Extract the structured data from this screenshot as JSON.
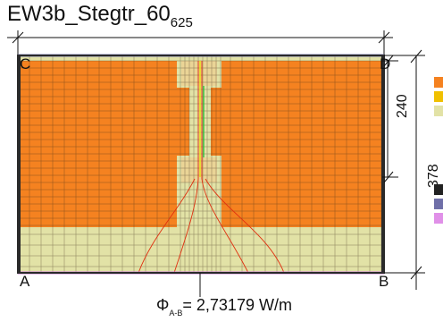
{
  "title": {
    "main": "EW3b_Stegtr_60",
    "sub": "625"
  },
  "corners": {
    "a": "A",
    "b": "B",
    "c": "C",
    "d": "D"
  },
  "dimensions": {
    "inner_height": "240",
    "total_height": "378"
  },
  "flux": {
    "symbol": "Φ",
    "subscript": "A-B",
    "value": "= 2,73179 W/m"
  },
  "colors": {
    "hot": "#f58220",
    "cool": "#e2e2a6",
    "frame": "#2a2a2a",
    "top_edge": "#8080b4",
    "bottom_edge": "#cc80dd",
    "isotherm_red": "#e03010",
    "isotherm_yellow": "#e8e010",
    "isotherm_green": "#20c030"
  },
  "legend_swatches": [
    "#f58220",
    "#f0c000",
    "#e2e2a6",
    "#222222",
    "#6f6fa8",
    "#e090e8"
  ]
}
